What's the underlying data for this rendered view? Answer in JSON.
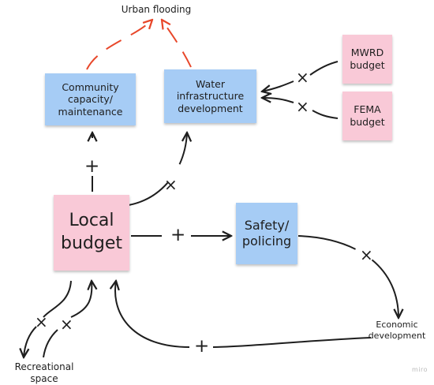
{
  "colors": {
    "blue_note": "#a6ccf5",
    "pink_note": "#f9c9d7",
    "link": "#1e1e1e",
    "flood_link": "#e8472a"
  },
  "labels": {
    "urban_flooding": "Urban flooding",
    "recreational_space": "Recreational space",
    "economic_development": "Economic\ndevelopment"
  },
  "notes": {
    "community_capacity": "Community\ncapacity/\nmaintenance",
    "water_infrastructure": "Water\ninfrastructure\ndevelopment",
    "mwrd_budget": "MWRD\nbudget",
    "fema_budget": "FEMA\nbudget",
    "local_budget": "Local\nbudget",
    "safety_policing": "Safety/\npolicing"
  },
  "polarity": {
    "plus": "+",
    "cross": "×"
  },
  "watermark": "miro"
}
